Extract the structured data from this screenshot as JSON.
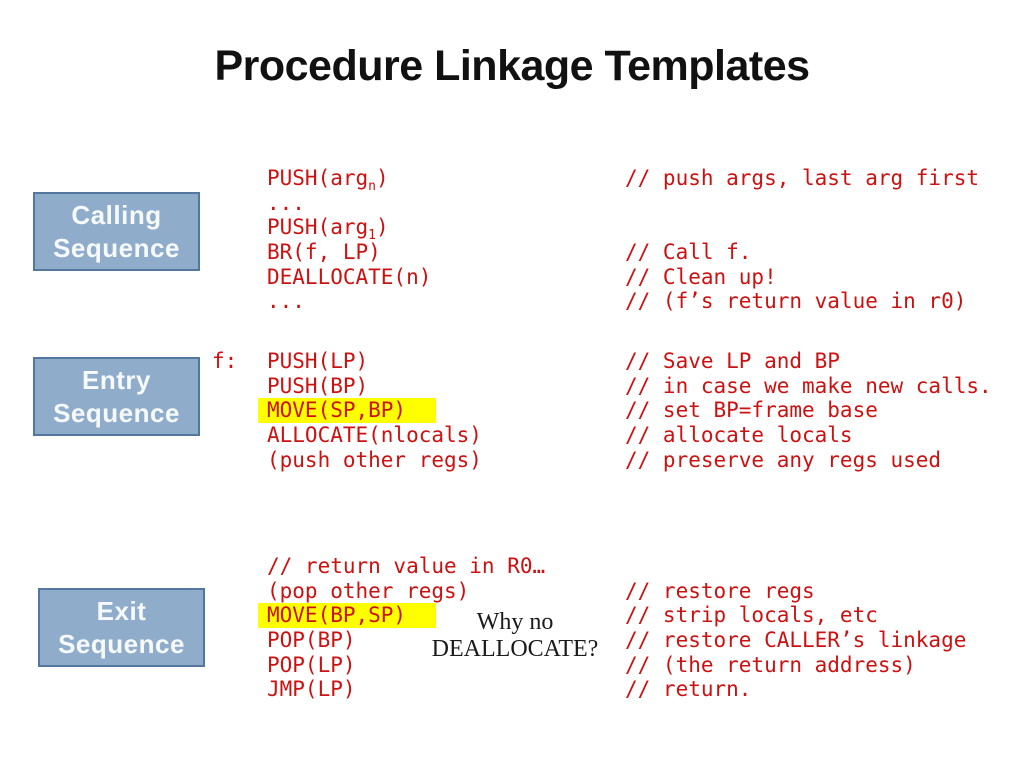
{
  "title": "Procedure Linkage Templates",
  "colors": {
    "code_red": "#cc1111",
    "highlight_yellow": "#ffff00",
    "box_fill": "#8fadcb",
    "box_border": "#54779f",
    "box_text": "#f7fafc",
    "title_text": "#111111",
    "note_text": "#1a1a1a"
  },
  "boxes": [
    {
      "id": "calling",
      "line1": "Calling",
      "line2": "Sequence"
    },
    {
      "id": "entry",
      "line1": "Entry",
      "line2": "Sequence"
    },
    {
      "id": "exit",
      "line1": "Exit",
      "line2": "Sequence"
    }
  ],
  "f_label": "f:",
  "blocks": [
    {
      "name": "calling-sequence-code",
      "lines": [
        {
          "code": [
            {
              "t": "PUSH(arg"
            },
            {
              "t": "n",
              "sub": true
            },
            {
              "t": ")"
            }
          ],
          "comment": "// push args, last arg first"
        },
        {
          "code": [
            {
              "t": "..."
            }
          ]
        },
        {
          "code": [
            {
              "t": "PUSH(arg"
            },
            {
              "t": "1",
              "sub": true
            },
            {
              "t": ")"
            }
          ]
        },
        {
          "code": [
            {
              "t": "BR(f, LP)"
            }
          ],
          "comment": "// Call f."
        },
        {
          "code": [
            {
              "t": "DEALLOCATE(n)"
            }
          ],
          "comment": "// Clean up!"
        },
        {
          "code": [
            {
              "t": "..."
            }
          ],
          "comment": "// (f’s return value in r0)"
        }
      ]
    },
    {
      "name": "entry-sequence-code",
      "lines": [
        {
          "code": [
            {
              "t": "PUSH(LP)"
            }
          ],
          "comment": "// Save LP and BP"
        },
        {
          "code": [
            {
              "t": "PUSH(BP)"
            }
          ],
          "comment": "// in case we make new calls."
        },
        {
          "code": [
            {
              "t": "MOVE(SP,BP)"
            }
          ],
          "highlight": true,
          "comment": "// set BP=frame base"
        },
        {
          "code": [
            {
              "t": "ALLOCATE(nlocals)"
            }
          ],
          "comment": "// allocate locals"
        },
        {
          "code": [
            {
              "t": "(push other regs)"
            }
          ],
          "comment": "// preserve any regs used"
        }
      ]
    },
    {
      "name": "exit-sequence-code",
      "lines": [
        {
          "code": [
            {
              "t": "// return value in R0…"
            }
          ]
        },
        {
          "code": [
            {
              "t": "(pop other regs)"
            }
          ],
          "comment": "// restore regs"
        },
        {
          "code": [
            {
              "t": "MOVE(BP,SP)"
            }
          ],
          "highlight": true,
          "comment": "// strip locals, etc"
        },
        {
          "code": [
            {
              "t": "POP(BP)"
            }
          ],
          "comment": "// restore CALLER’s linkage"
        },
        {
          "code": [
            {
              "t": "POP(LP)"
            }
          ],
          "comment": "// (the return address)"
        },
        {
          "code": [
            {
              "t": "JMP(LP)"
            }
          ],
          "comment": "// return."
        }
      ]
    }
  ],
  "note": {
    "line1": "Why no",
    "line2": "DEALLOCATE?"
  }
}
